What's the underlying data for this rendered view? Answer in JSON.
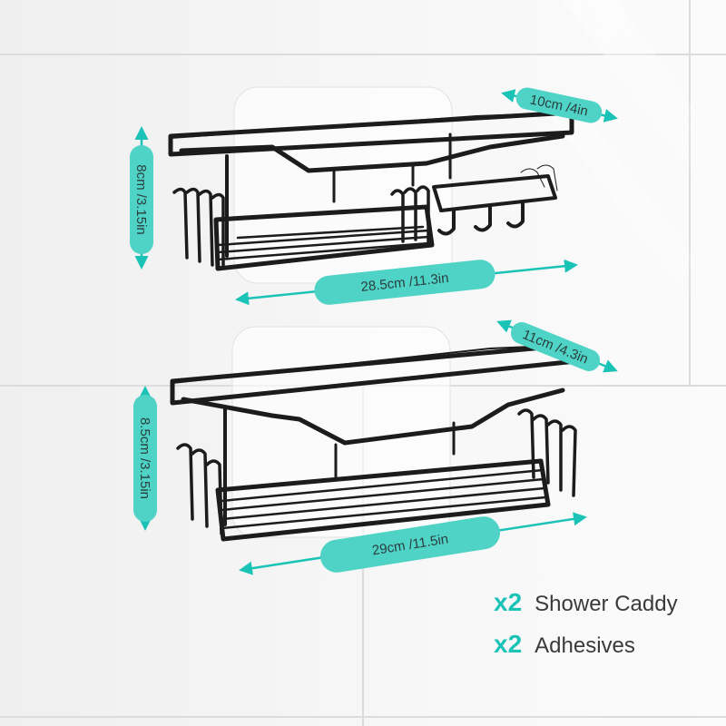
{
  "dimensions": {
    "upper_depth": "10cm /4in",
    "upper_height": "8cm /3.15in",
    "upper_width": "28.5cm /11.3in",
    "lower_depth": "11cm /4.3in",
    "lower_height": "8.5cm /3.15in",
    "lower_width": "29cm /11.5in"
  },
  "contents": [
    {
      "multiplier": "x2",
      "item": "Shower Caddy"
    },
    {
      "multiplier": "x2",
      "item": "Adhesives"
    }
  ],
  "colors": {
    "accent": "#1bc3b6",
    "badge_fill": "#4fd3c6",
    "metal": "#1c1c1c",
    "wall": "#f2f2f2",
    "grout": "#dcdcdc"
  }
}
